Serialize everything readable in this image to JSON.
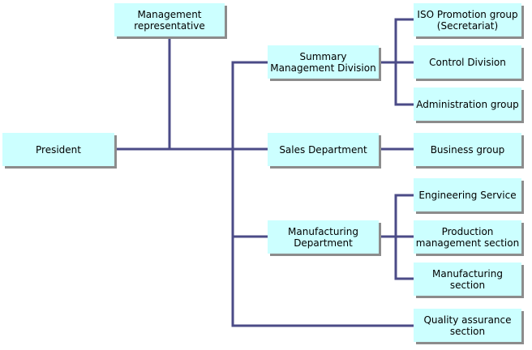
{
  "line_color": "#4b4b87",
  "box_color": "#ccffff",
  "shadow_color": "#8c8c8c",
  "boxes": {
    "management_representative": "Management\nrepresentative",
    "president": "President",
    "summary_management_division": "Summary\nManagement Division",
    "sales_department": "Sales Department",
    "manufacturing_department": "Manufacturing\nDepartment",
    "iso_promotion_group": "ISO Promotion group\n(Secretariat)",
    "control_division": "Control Division",
    "administration_group": "Administration group",
    "business_group": "Business group",
    "engineering_service": "Engineering Service",
    "production_management_section": "Production\nmanagement section",
    "manufacturing_section": "Manufacturing\nsection",
    "quality_assurance_section": "Quality assurance\nsection"
  }
}
